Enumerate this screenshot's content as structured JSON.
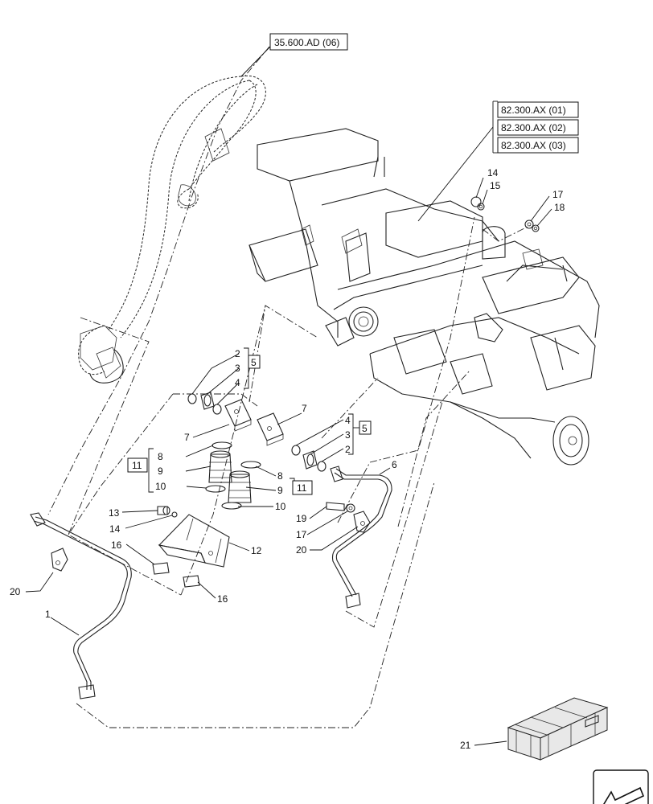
{
  "references": {
    "hose_ref": "35.600.AD (06)",
    "axle_refs": [
      "82.300.AX (01)",
      "82.300.AX (02)",
      "82.300.AX (03)"
    ]
  },
  "callouts": {
    "c1": "1",
    "c2a": "2",
    "c2b": "2",
    "c3a": "3",
    "c3b": "3",
    "c4a": "4",
    "c4b": "4",
    "c5a": "5",
    "c5b": "5",
    "c6": "6",
    "c7a": "7",
    "c7b": "7",
    "c8a": "8",
    "c8b": "8",
    "c9a": "9",
    "c9b": "9",
    "c10a": "10",
    "c10b": "10",
    "c11a": "11",
    "c11b": "11",
    "c12": "12",
    "c13": "13",
    "c14a": "14",
    "c14b": "14",
    "c15": "15",
    "c16a": "16",
    "c16b": "16",
    "c17a": "17",
    "c17b": "17",
    "c18": "18",
    "c19": "19",
    "c20a": "20",
    "c20b": "20",
    "c21": "21"
  },
  "icons": {
    "nav": "direction-arrow-icon",
    "kit": "parts-kit-box-icon"
  }
}
